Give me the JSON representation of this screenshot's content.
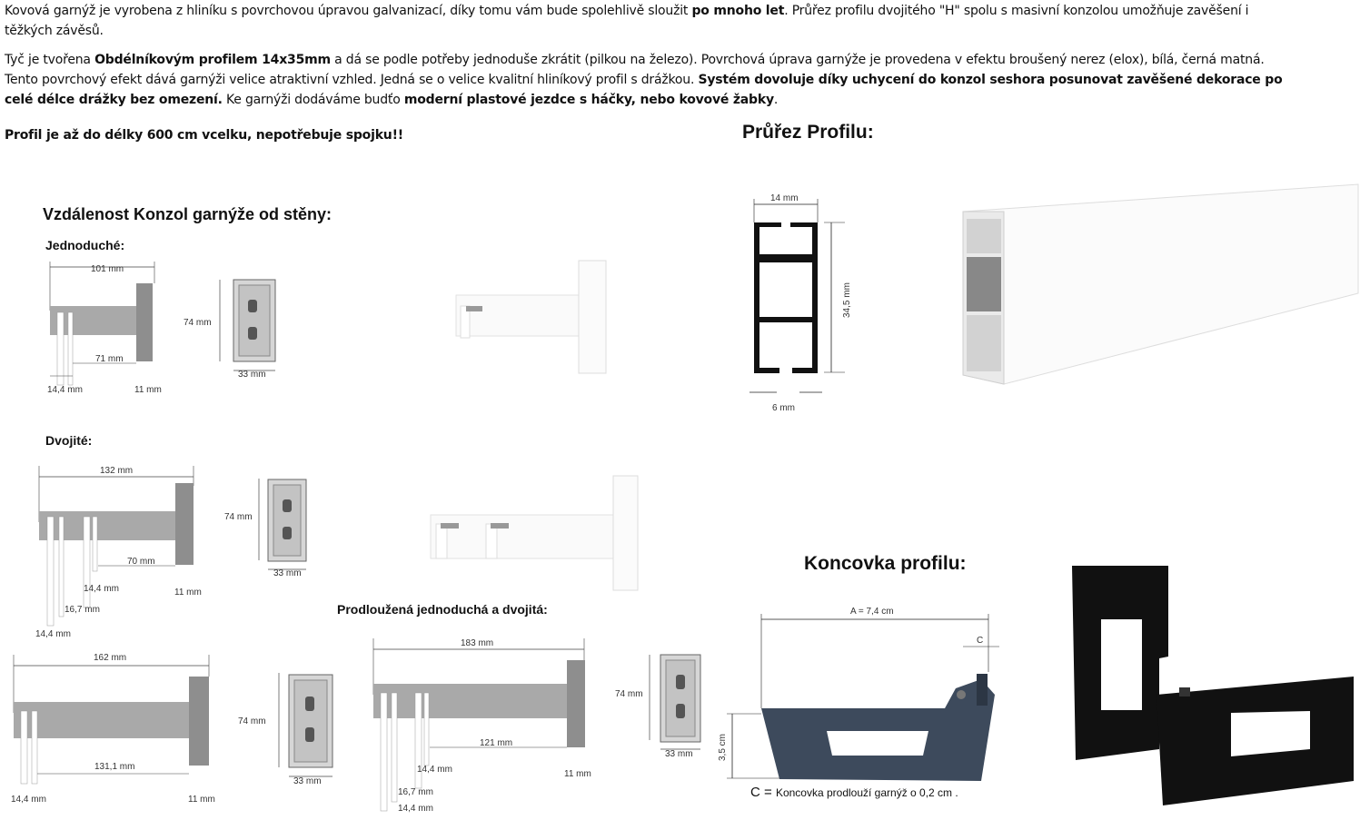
{
  "intro": {
    "p1_a": "Kovová garnýž je vyrobena z hliníku s povrchovou úpravou galvanizací, díky tomu vám bude spolehlivě sloužit ",
    "p1_b": "po mnoho let",
    "p1_c": ". Průřez profilu dvojitého \"H\" spolu s masivní konzolou umožňuje zavěšení i těžkých závěsů.",
    "p2_a": " Tyč je tvořena ",
    "p2_b": "Obdélníkovým profilem 14x35mm",
    "p2_c": " a dá se podle potřeby jednoduše zkrátit (pilkou na železo). Povrchová úprava garnýže je provedena v efektu broušený nerez (elox), bílá, černá matná. Tento povrchový efekt dává garnýži velice atraktivní vzhled. Jedná se o velice kvalitní hliníkový profil s drážkou. ",
    "p2_d": "Systém dovoluje díky uchycení do konzol seshora posunovat zavěšené dekorace po celé délce drážky bez omezení.",
    "p2_e": " Ke garnýži dodáváme budťo ",
    "p2_f": "moderní plastové jezdce s háčky, nebo kovové žabky",
    "p2_g": ".",
    "p3": "Profil je až do délky 600 cm vcelku, nepotřebuje spojku!!"
  },
  "sections": {
    "distance_title": "Vzdálenost Konzol garnýže od stěny:",
    "single": "Jednoduché:",
    "double": "Dvojité:",
    "extended": "Prodloužená jednoduchá a dvojitá:",
    "profile_title": "Průřez Profilu:",
    "endcap_title": "Koncovka profilu:"
  },
  "dims": {
    "s_101": "101 mm",
    "s_71": "71 mm",
    "s_144": "14,4 mm",
    "s_11": "11 mm",
    "plate_74": "74 mm",
    "plate_33": "33 mm",
    "d_132": "132 mm",
    "d_70": "70 mm",
    "d_144a": "14,4 mm",
    "d_167": "16,7 mm",
    "d_144b": "14,4 mm",
    "d_11": "11 mm",
    "e_162": "162 mm",
    "e_1311": "131,1 mm",
    "e_144": "14,4 mm",
    "e_11": "11 mm",
    "x_183": "183 mm",
    "x_121": "121 mm",
    "x_144a": "14,4 mm",
    "x_167": "16,7 mm",
    "x_144b": "14,4 mm",
    "x_11": "11 mm",
    "p_14": "14 mm",
    "p_345": "34,5 mm",
    "p_6": "6 mm",
    "c_a": "A = 7,4 cm",
    "c_c": "C",
    "c_35": "3,5 cm",
    "c_note_a": "C = ",
    "c_note_b": "Koncovka prodlouží garnýž o 0,2 cm ."
  },
  "colors": {
    "steel": "#a9a9a9",
    "steel_dark": "#8e8e8e",
    "endcap": "#3d4a5c",
    "black": "#111111"
  }
}
